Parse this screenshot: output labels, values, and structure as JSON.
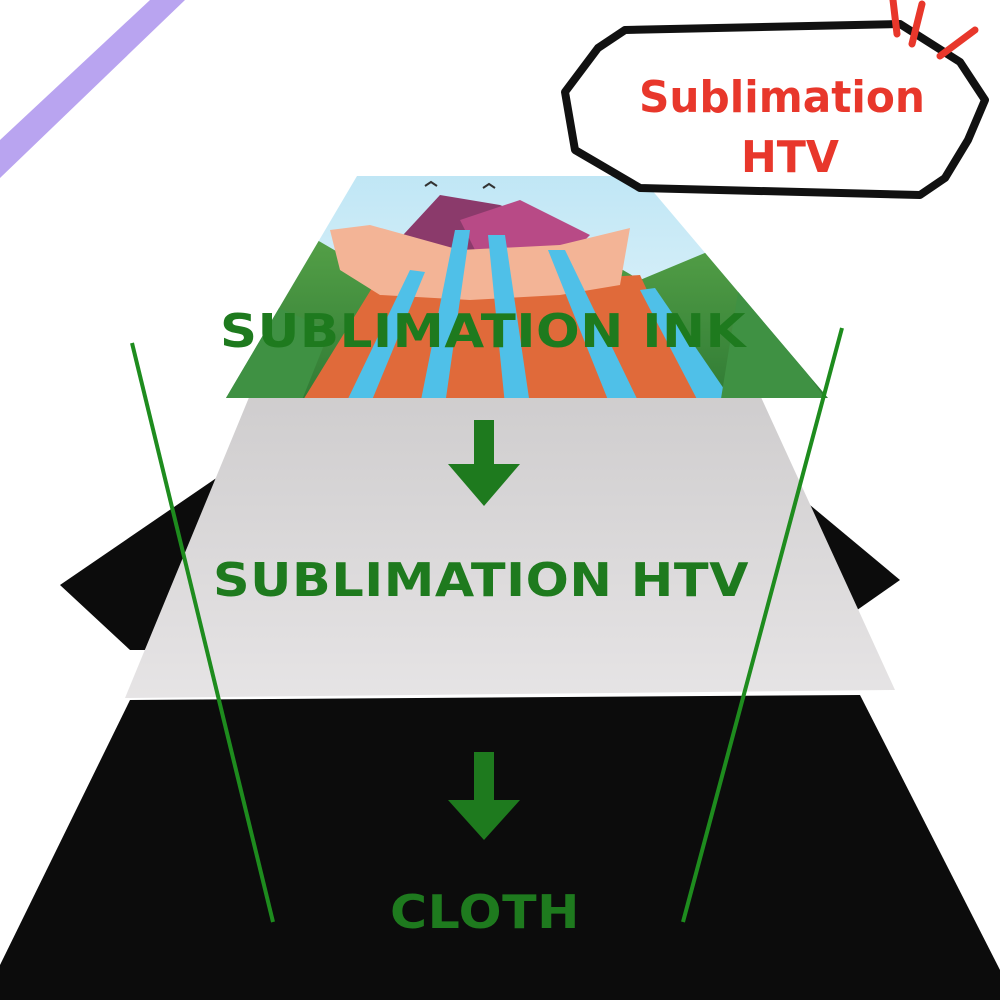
{
  "badge": {
    "line1": "Sublimation",
    "line2": "HTV",
    "text_color": "#e8372b",
    "accent_color": "#e8372b"
  },
  "layers": {
    "top": {
      "label": "SUBLIMATION INK"
    },
    "middle": {
      "label": "SUBLIMATION HTV"
    },
    "bottom": {
      "label": "CLOTH"
    }
  },
  "colors": {
    "label_green": "#1e7a1e",
    "guide_line_green": "#1e8c1e",
    "arrow_green": "#1e7a1e",
    "htv_sheet": "#dcdadb",
    "cloth": "#0c0c0c",
    "corner_stripe": "#b9a4f0"
  },
  "icons": {
    "arrow_1": "down-arrow-icon",
    "arrow_2": "down-arrow-icon"
  }
}
